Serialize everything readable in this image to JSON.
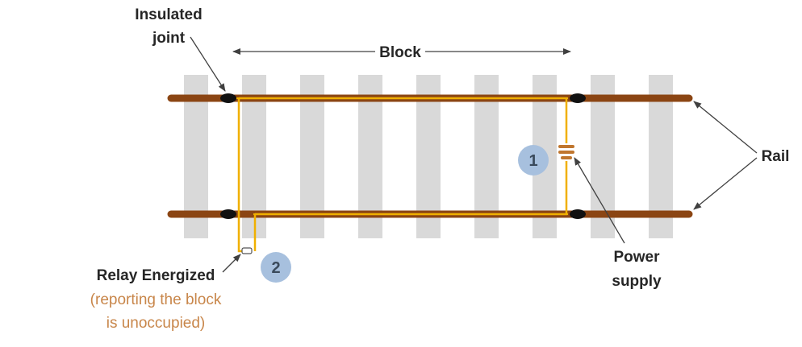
{
  "labels": {
    "insulated_joint_line1": "Insulated",
    "insulated_joint_line2": "joint",
    "block": "Block",
    "rail": "Rail",
    "power_supply_line1": "Power",
    "power_supply_line2": "supply",
    "relay_energized": "Relay Energized",
    "relay_note_line1": "(reporting the block",
    "relay_note_line2": "is unoccupied)"
  },
  "badges": {
    "power_supply_number": "1",
    "relay_number": "2"
  },
  "colors": {
    "sleeper": "#d9d9d9",
    "rail": "#8b4513",
    "circuit": "#f0b000",
    "insulated_joint": "#111111",
    "badge_fill": "#a7c0de",
    "note_text": "#c8864a",
    "label_text": "#262626"
  }
}
